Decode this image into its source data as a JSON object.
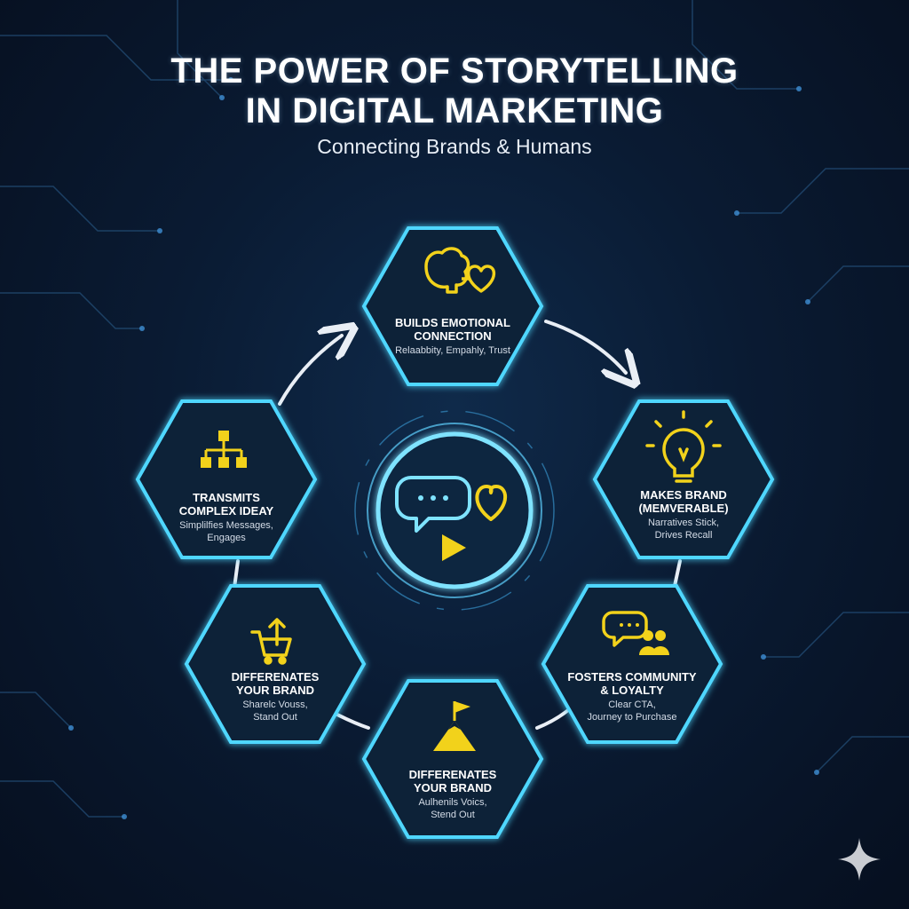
{
  "header": {
    "title_line1": "THE POWER OF STORYTELLING",
    "title_line2": "IN DIGITAL MARKETING",
    "subtitle": "Connecting Brands & Humans"
  },
  "center": {
    "icons": [
      "speech-bubble-icon",
      "heart-icon",
      "play-icon"
    ]
  },
  "nodes": [
    {
      "title_1": "BUILDS EMOTIONAL",
      "title_2": "CONNECTION",
      "sub_1": "Relaabbity, Empahly, Trust",
      "sub_2": "",
      "icon": "brain-heart-icon"
    },
    {
      "title_1": "MAKES BRAND",
      "title_2": "(MEMVERABLE)",
      "sub_1": "Narratives Stick,",
      "sub_2": "Drives Recall",
      "icon": "lightbulb-icon"
    },
    {
      "title_1": "FOSTERS COMMUNITY",
      "title_2": "& LOYALTY",
      "sub_1": "Clear CTA,",
      "sub_2": "Journey to Purchase",
      "icon": "community-chat-icon"
    },
    {
      "title_1": "DIFFERENATES",
      "title_2": "YOUR BRAND",
      "sub_1": "Aulhenils Voics,",
      "sub_2": "Stend Out",
      "icon": "mountain-flag-icon"
    },
    {
      "title_1": "DIFFERENATES",
      "title_2": "YOUR BRAND",
      "sub_1": "Sharelc Vouss,",
      "sub_2": "Stand  Out",
      "icon": "cart-upload-icon"
    },
    {
      "title_1": "TRANSMITS",
      "title_2": "COMPLEX IDEAY",
      "sub_1": "Simplilfies Messages,",
      "sub_2": "Engages",
      "icon": "hierarchy-icon"
    }
  ],
  "colors": {
    "hex_stroke": "#4fd7ff",
    "hex_fill": "#0b2038",
    "icon_accent": "#f2d21b",
    "arrow": "#e9eef5"
  }
}
